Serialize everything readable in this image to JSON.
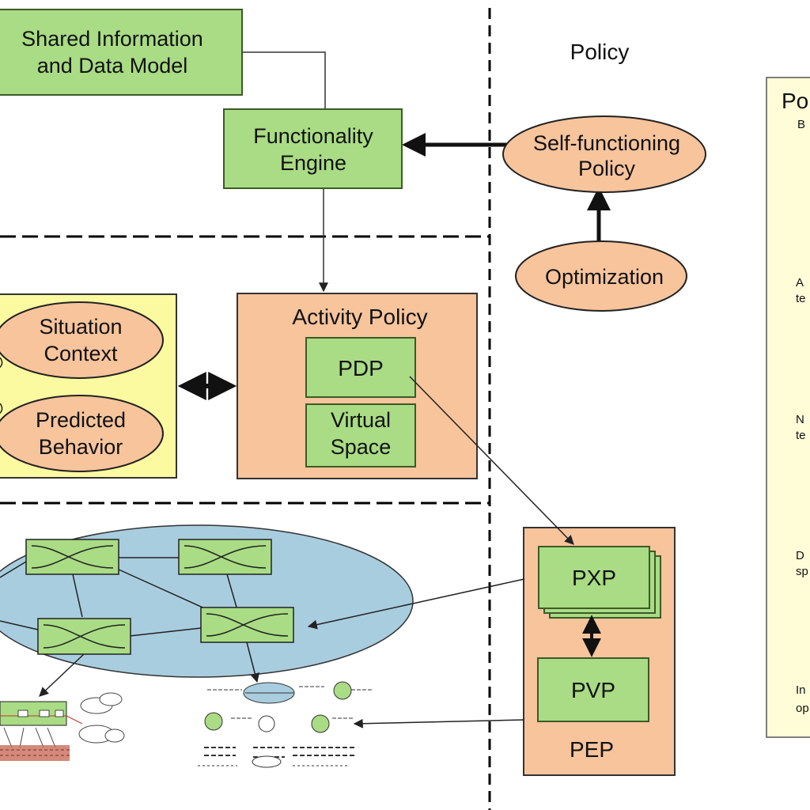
{
  "sections": {
    "policy_label": "Policy"
  },
  "boxes": {
    "shared_info": [
      "Shared Information",
      "and Data Model"
    ],
    "functionality_engine": [
      "Functionality",
      "Engine"
    ],
    "activity_policy": "Activity Policy",
    "pdp": "PDP",
    "virtual_space": [
      "Virtual",
      "Space"
    ],
    "pxp": "PXP",
    "pvp": "PVP",
    "pep": "PEP"
  },
  "ellipses": {
    "self_functioning_policy": [
      "Self-functioning",
      "Policy"
    ],
    "optimization": "Optimization",
    "situation_context": [
      "Situation",
      "Context"
    ],
    "predicted_behavior": [
      "Predicted",
      "Behavior"
    ]
  },
  "side_panel": {
    "title": "Po",
    "items": [
      [
        "B"
      ],
      [
        "A",
        "te"
      ],
      [
        "N",
        "te"
      ],
      [
        "D",
        "sp"
      ],
      [
        "In",
        "op"
      ]
    ]
  },
  "colors": {
    "green_fill": "#A9DC84",
    "green_stroke": "#3C5A28",
    "orange_fill": "#F7C49C",
    "yellow_fill": "#FCFAA0",
    "side_panel_fill": "#FFFDD8",
    "cloud_fill": "#A8CDDF"
  }
}
